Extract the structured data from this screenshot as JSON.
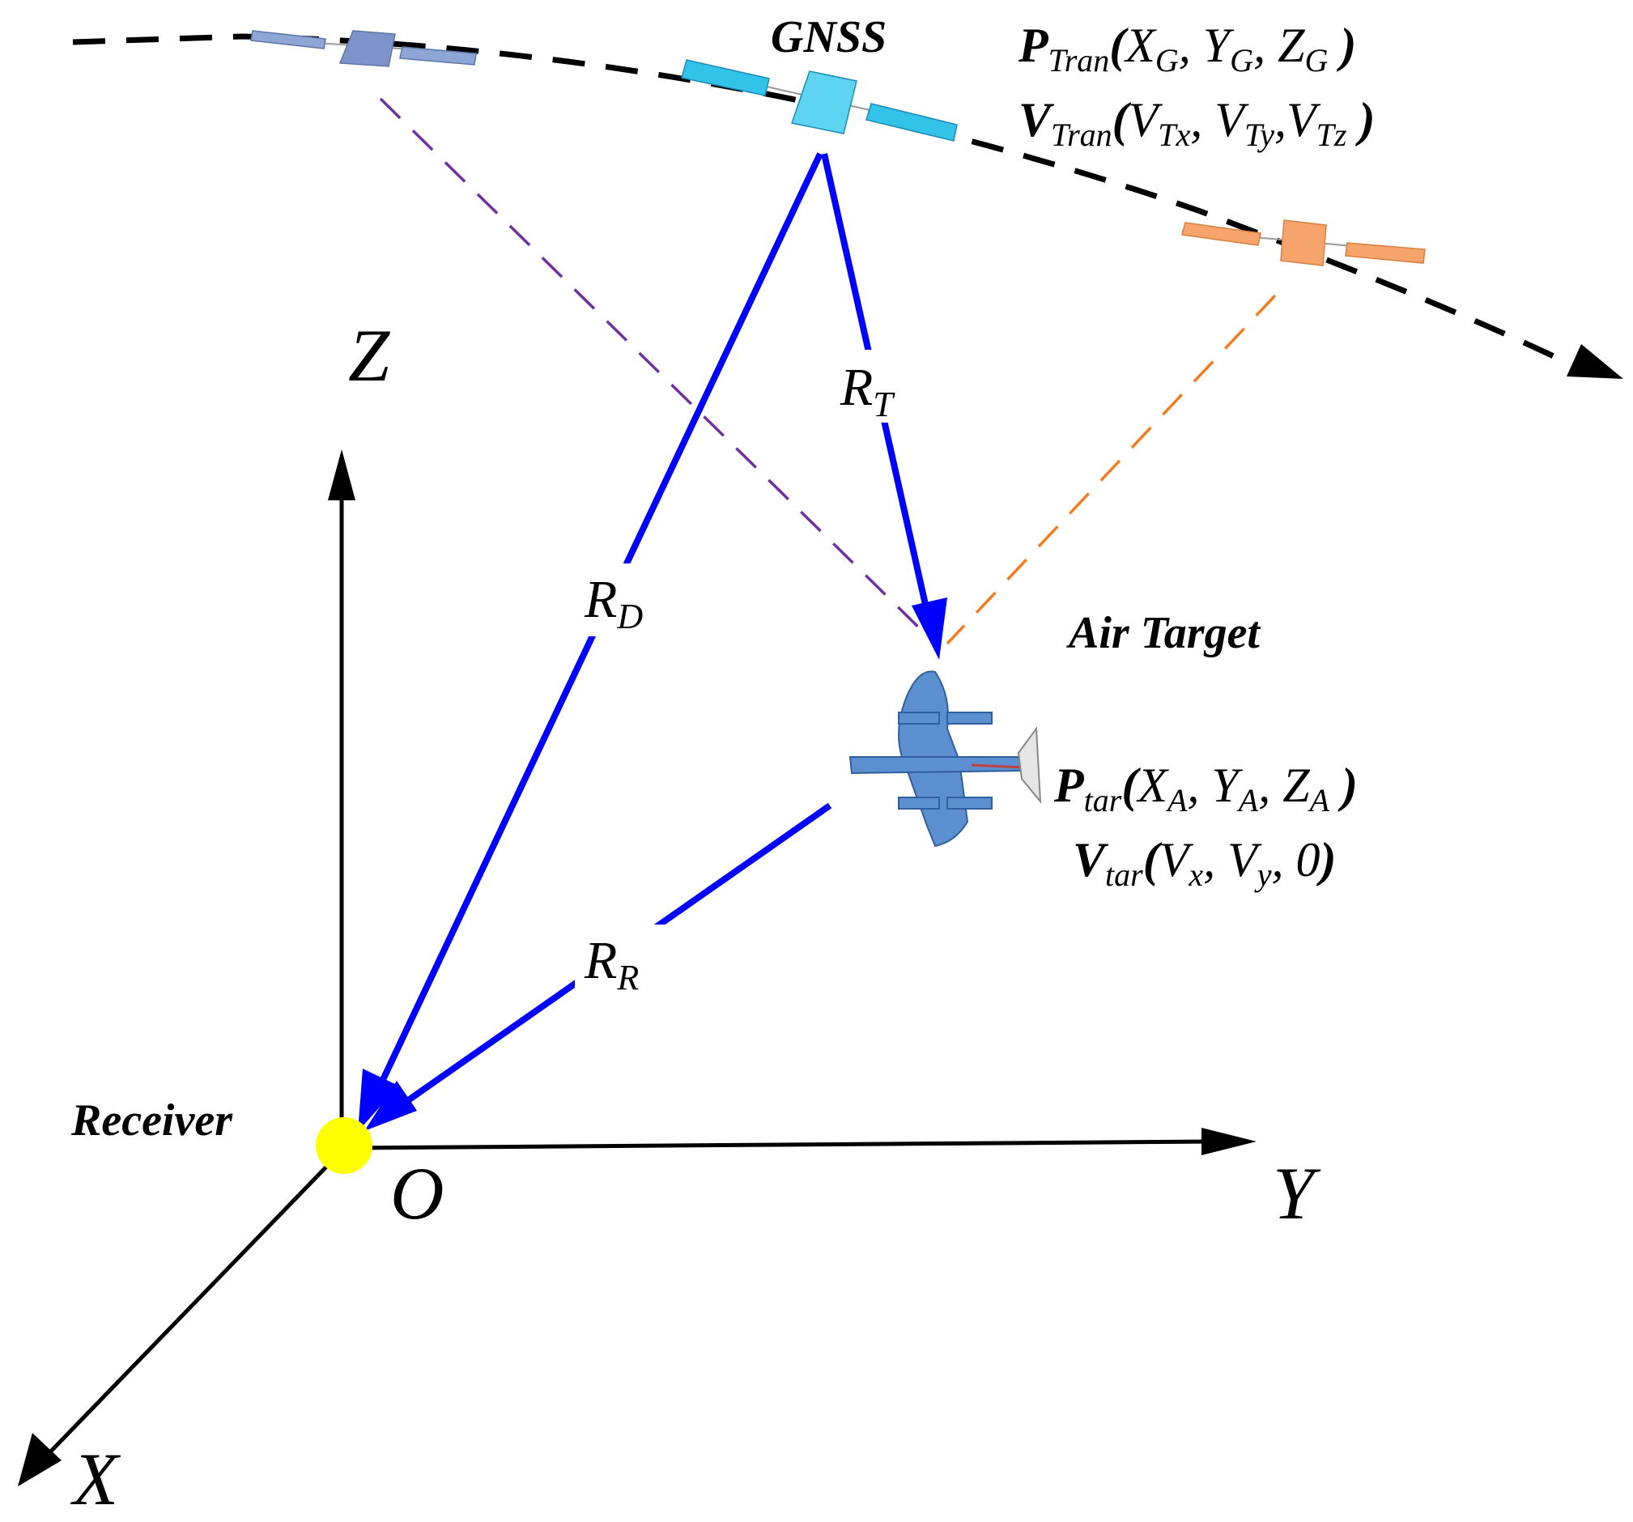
{
  "labels": {
    "gnss": "GNSS",
    "air_target": "Air Target",
    "receiver": "Receiver",
    "origin": "O",
    "axis_x": "X",
    "axis_y": "Y",
    "axis_z": "Z"
  },
  "ranges": {
    "rt": {
      "main": "R",
      "sub": "T"
    },
    "rd": {
      "main": "R",
      "sub": "D"
    },
    "rr": {
      "main": "R",
      "sub": "R"
    }
  },
  "transmitter": {
    "pos": {
      "symbol": "P",
      "sub": "Tran",
      "args_open": "(",
      "a1": "X",
      "a1s": "G",
      "a2": "Y",
      "a2s": "G",
      "a3": "Z",
      "a3s": "G",
      "close": " )"
    },
    "vel": {
      "symbol": "V",
      "sub": "Tran",
      "args_open": "(",
      "a1": "V",
      "a1s": "Tx",
      "a2": "V",
      "a2s": "Ty",
      "a3": "V",
      "a3s": "Tz",
      "close": " )"
    }
  },
  "target": {
    "pos": {
      "symbol": "P",
      "sub": "tar",
      "args_open": "(",
      "a1": "X",
      "a1s": "A",
      "a2": "Y",
      "a2s": "A",
      "a3": "Z",
      "a3s": "A",
      "close": " )"
    },
    "vel": {
      "symbol": "V",
      "sub": "tar",
      "args_open": "(",
      "a1": "V",
      "a1s": "x",
      "a2": "V",
      "a2s": "y",
      "a3": "0",
      "close": ")"
    }
  },
  "colors": {
    "signal_path": "#0000ff",
    "purple_dash": "#7030a0",
    "orange_dash": "#f47c20",
    "receiver_dot": "#ffff00",
    "sat_blue_pale": "#8ea6d6",
    "sat_cyan": "#33c3e8",
    "sat_orange": "#f6a46c",
    "aircraft": "#5b8fd0"
  }
}
